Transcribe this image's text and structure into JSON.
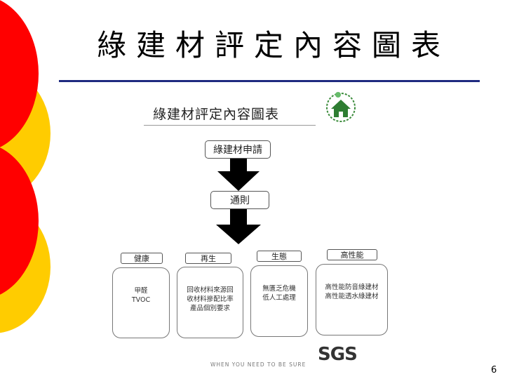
{
  "slide": {
    "title": "綠建材評定內容圖表",
    "page_number": "6"
  },
  "figure": {
    "title": "綠建材評定內容圖表",
    "apply_label": "綠建材申請",
    "general_label": "通則",
    "categories": [
      {
        "label": "健康",
        "lines": [
          "甲醛",
          "TVOC"
        ]
      },
      {
        "label": "再生",
        "lines": [
          "回收材料來源回",
          "收材料摻配比率",
          "產品個別要求"
        ]
      },
      {
        "label": "生態",
        "lines": [
          "無匱乏危機",
          "低人工處理"
        ]
      },
      {
        "label": "高性能",
        "lines": [
          "高性能防音綠建材",
          "高性能透水綠建材"
        ]
      }
    ],
    "slogan": "WHEN YOU NEED TO BE SURE",
    "brand": "SGS"
  },
  "colors": {
    "deco_red": "#ff0000",
    "deco_yellow": "#ffcc00",
    "title_rule": "#1f2a80"
  }
}
